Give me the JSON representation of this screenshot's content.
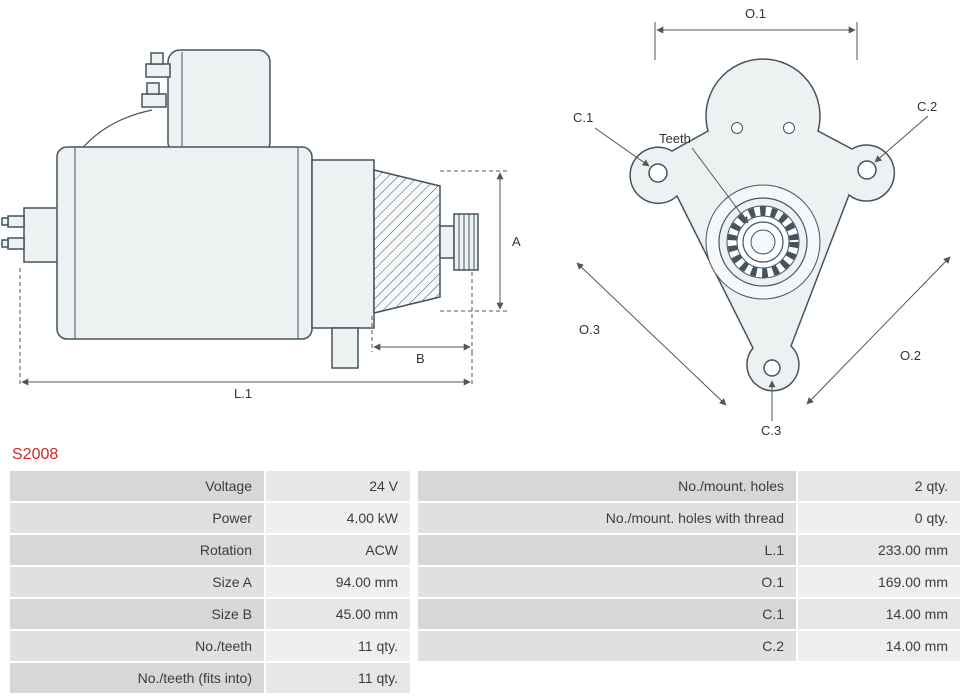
{
  "part_number": "S2008",
  "drawing": {
    "side_view_labels": {
      "a": "A",
      "b": "B",
      "l1": "L.1"
    },
    "front_view_labels": {
      "o1": "O.1",
      "o2": "O.2",
      "o3": "O.3",
      "c1": "C.1",
      "c2": "C.2",
      "c3": "C.3",
      "teeth": "Teeth"
    }
  },
  "colors": {
    "part_number_red": "#cc2a2a",
    "line_dark": "#44545f",
    "fill_light": "#eef1f2",
    "label_cell_gray": "#d7d7d7",
    "value_cell_gray": "#e7e7e7"
  },
  "specs": {
    "left": [
      {
        "label": "Voltage",
        "value": "24 V"
      },
      {
        "label": "Power",
        "value": "4.00 kW"
      },
      {
        "label": "Rotation",
        "value": "ACW"
      },
      {
        "label": "Size A",
        "value": "94.00 mm"
      },
      {
        "label": "Size B",
        "value": "45.00 mm"
      },
      {
        "label": "No./teeth",
        "value": "11 qty."
      },
      {
        "label": "No./teeth (fits into)",
        "value": "11 qty."
      }
    ],
    "right": [
      {
        "label": "No./mount. holes",
        "value": "2 qty."
      },
      {
        "label": "No./mount. holes with thread",
        "value": "0 qty."
      },
      {
        "label": "L.1",
        "value": "233.00 mm"
      },
      {
        "label": "O.1",
        "value": "169.00 mm"
      },
      {
        "label": "C.1",
        "value": "14.00 mm"
      },
      {
        "label": "C.2",
        "value": "14.00 mm"
      }
    ]
  }
}
